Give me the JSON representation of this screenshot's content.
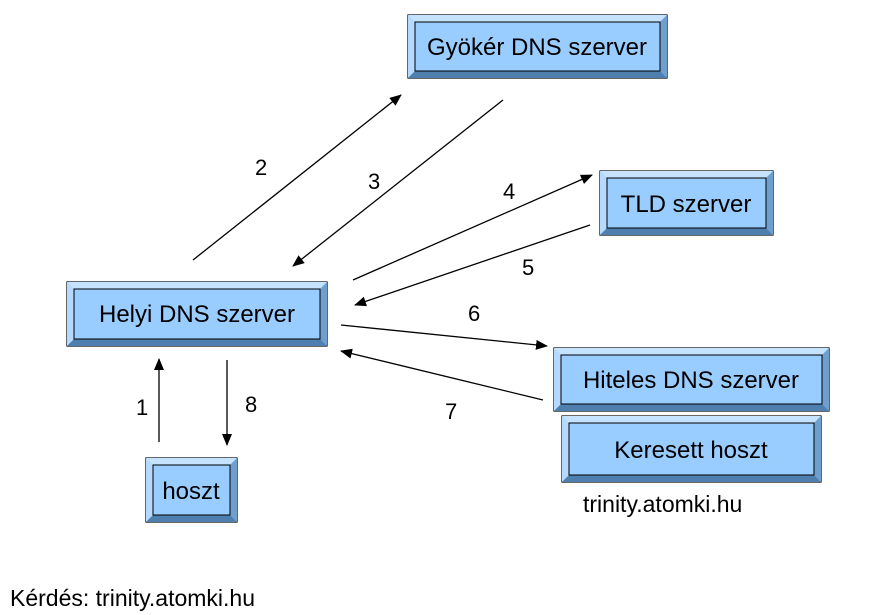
{
  "colors": {
    "box_face": "#99ccff",
    "box_light": "#c5e2ff",
    "box_dark": "#4f7fae",
    "box_border": "#000000",
    "arrow": "#000000"
  },
  "nodes": {
    "root_dns": "Gyökér DNS szerver",
    "tld": "TLD szerver",
    "local_dns": "Helyi DNS szerver",
    "authoritative": "Hiteles DNS szerver",
    "searched_host": "Keresett hoszt",
    "host": "hoszt"
  },
  "steps": [
    "1",
    "2",
    "3",
    "4",
    "5",
    "6",
    "7",
    "8"
  ],
  "target_domain": "trinity.atomki.hu",
  "question": "Kérdés: trinity.atomki.hu"
}
